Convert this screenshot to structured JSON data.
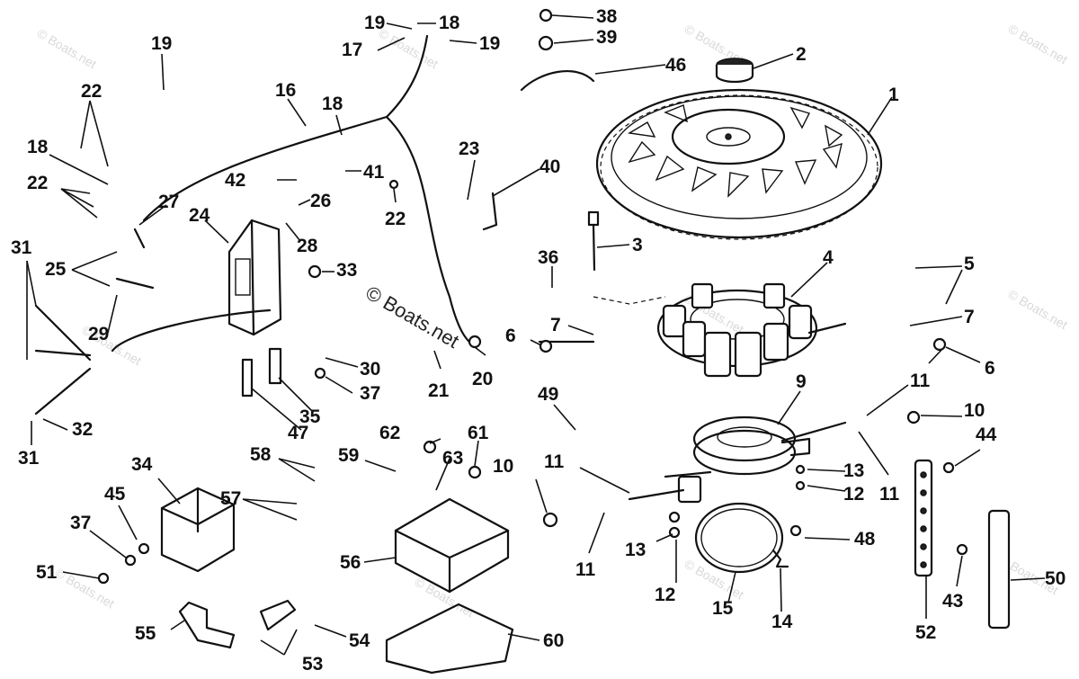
{
  "watermark": "© Boats.net",
  "callouts": [
    {
      "id": "c1",
      "text": "1"
    },
    {
      "id": "c2",
      "text": "2"
    },
    {
      "id": "c3",
      "text": "3"
    },
    {
      "id": "c4",
      "text": "4"
    },
    {
      "id": "c5",
      "text": "5"
    },
    {
      "id": "c6a",
      "text": "6"
    },
    {
      "id": "c6b",
      "text": "6"
    },
    {
      "id": "c7a",
      "text": "7"
    },
    {
      "id": "c7b",
      "text": "7"
    },
    {
      "id": "c9",
      "text": "9"
    },
    {
      "id": "c10a",
      "text": "10"
    },
    {
      "id": "c10b",
      "text": "10"
    },
    {
      "id": "c11a",
      "text": "11"
    },
    {
      "id": "c11b",
      "text": "11"
    },
    {
      "id": "c11c",
      "text": "11"
    },
    {
      "id": "c11d",
      "text": "11"
    },
    {
      "id": "c12a",
      "text": "12"
    },
    {
      "id": "c12b",
      "text": "12"
    },
    {
      "id": "c13a",
      "text": "13"
    },
    {
      "id": "c13b",
      "text": "13"
    },
    {
      "id": "c14",
      "text": "14"
    },
    {
      "id": "c15",
      "text": "15"
    },
    {
      "id": "c16",
      "text": "16"
    },
    {
      "id": "c17",
      "text": "17"
    },
    {
      "id": "c18a",
      "text": "18"
    },
    {
      "id": "c18b",
      "text": "18"
    },
    {
      "id": "c18c",
      "text": "18"
    },
    {
      "id": "c19a",
      "text": "19"
    },
    {
      "id": "c19b",
      "text": "19"
    },
    {
      "id": "c19c",
      "text": "19"
    },
    {
      "id": "c20",
      "text": "20"
    },
    {
      "id": "c21",
      "text": "21"
    },
    {
      "id": "c22a",
      "text": "22"
    },
    {
      "id": "c22b",
      "text": "22"
    },
    {
      "id": "c22c",
      "text": "22"
    },
    {
      "id": "c23",
      "text": "23"
    },
    {
      "id": "c24",
      "text": "24"
    },
    {
      "id": "c25",
      "text": "25"
    },
    {
      "id": "c26",
      "text": "26"
    },
    {
      "id": "c27",
      "text": "27"
    },
    {
      "id": "c28",
      "text": "28"
    },
    {
      "id": "c29",
      "text": "29"
    },
    {
      "id": "c30",
      "text": "30"
    },
    {
      "id": "c31a",
      "text": "31"
    },
    {
      "id": "c31b",
      "text": "31"
    },
    {
      "id": "c32",
      "text": "32"
    },
    {
      "id": "c33",
      "text": "33"
    },
    {
      "id": "c34",
      "text": "34"
    },
    {
      "id": "c35",
      "text": "35"
    },
    {
      "id": "c36",
      "text": "36"
    },
    {
      "id": "c37a",
      "text": "37"
    },
    {
      "id": "c37b",
      "text": "37"
    },
    {
      "id": "c38",
      "text": "38"
    },
    {
      "id": "c39",
      "text": "39"
    },
    {
      "id": "c40",
      "text": "40"
    },
    {
      "id": "c41",
      "text": "41"
    },
    {
      "id": "c42",
      "text": "42"
    },
    {
      "id": "c43",
      "text": "43"
    },
    {
      "id": "c44",
      "text": "44"
    },
    {
      "id": "c45",
      "text": "45"
    },
    {
      "id": "c46",
      "text": "46"
    },
    {
      "id": "c47",
      "text": "47"
    },
    {
      "id": "c48",
      "text": "48"
    },
    {
      "id": "c49",
      "text": "49"
    },
    {
      "id": "c50",
      "text": "50"
    },
    {
      "id": "c51",
      "text": "51"
    },
    {
      "id": "c52",
      "text": "52"
    },
    {
      "id": "c53",
      "text": "53"
    },
    {
      "id": "c54",
      "text": "54"
    },
    {
      "id": "c55",
      "text": "55"
    },
    {
      "id": "c56",
      "text": "56"
    },
    {
      "id": "c57",
      "text": "57"
    },
    {
      "id": "c58",
      "text": "58"
    },
    {
      "id": "c59",
      "text": "59"
    },
    {
      "id": "c60",
      "text": "60"
    },
    {
      "id": "c61",
      "text": "61"
    },
    {
      "id": "c62",
      "text": "62"
    },
    {
      "id": "c63",
      "text": "63"
    }
  ]
}
